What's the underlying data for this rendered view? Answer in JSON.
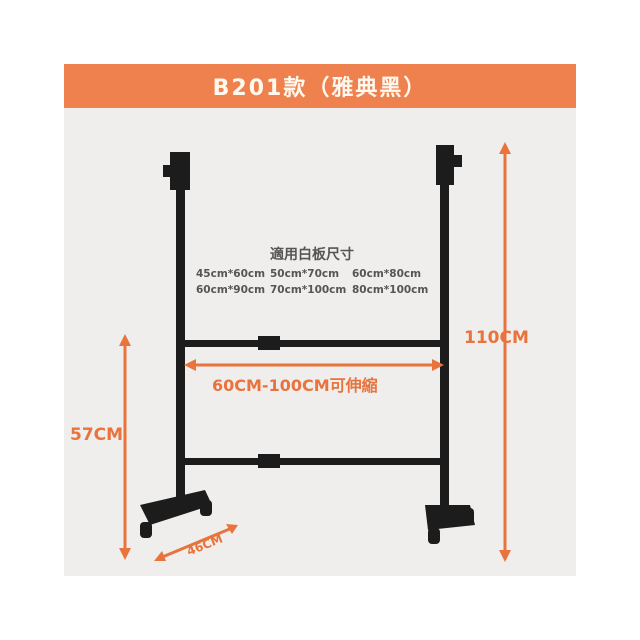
{
  "title": "B201款（雅典黑）",
  "sizes_heading": "適用白板尺寸",
  "sizes": [
    "45cm*60cm",
    "50cm*70cm",
    "60cm*80cm",
    "60cm*90cm",
    "70cm*100cm",
    "80cm*100cm"
  ],
  "dimensions": {
    "height": "110CM",
    "bar_height": "57CM",
    "width": "60CM-100CM可伸縮",
    "depth": "46CM"
  },
  "accent": "#ee814e"
}
